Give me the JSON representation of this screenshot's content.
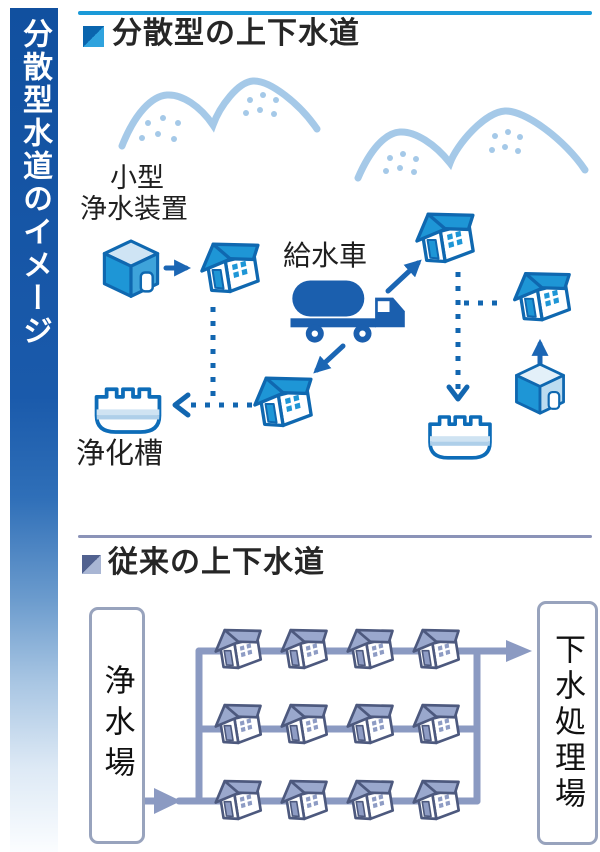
{
  "sidebar": {
    "title": "分散型水道のイメージ"
  },
  "top_section": {
    "header": "分散型の上下水道",
    "purifier_label_line1": "小型",
    "purifier_label_line2": "浄水装置",
    "truck_label": "給水車",
    "septic_label": "浄化槽"
  },
  "bottom_section": {
    "header": "従来の上下水道",
    "left_box": "浄水場",
    "right_box": "下水処理場",
    "grid": {
      "rows": 3,
      "cols": 4,
      "house_count": 12
    }
  },
  "icons": {
    "section_bullet": "section-bullet-icon",
    "mountains": "mountains-icon",
    "purifier_cube": "purifier-cube-icon",
    "house": "house-icon",
    "water_truck": "water-truck-icon",
    "septic_tank": "septic-tank-icon",
    "solid_arrow": "arrow-icon",
    "dashed_arrow": "dashed-arrow-icon"
  },
  "colors": {
    "top_accent": "#1b9ad8",
    "bottom_accent": "#8b93b8",
    "bright_blue": "#1e96d6",
    "outline_blue": "#0f68b0",
    "royal_blue": "#1b5fae",
    "arrow_blue": "#1b66b4",
    "mountain_blue": "#a5c9e8",
    "gray_pipe": "#8b9ac2",
    "gray_house_outline": "#4d597e",
    "gray_roof": "#9aa8cd",
    "sidebar_blue": "#11509f"
  }
}
